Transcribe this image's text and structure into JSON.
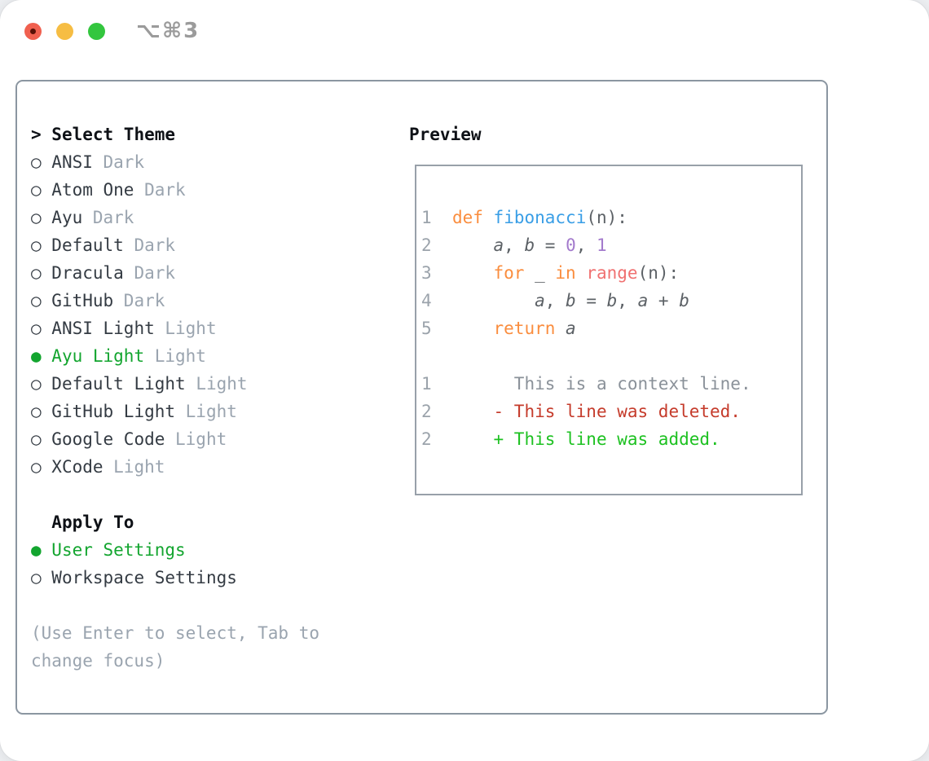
{
  "window": {
    "title": "⌥⌘3"
  },
  "colors": {
    "accent_green": "#13a52f",
    "keyword": "#fa8d3e",
    "function": "#399ee6",
    "builtin": "#f07171",
    "number": "#a37acc",
    "fg": "#5c6166",
    "linenum": "#9ba3ab",
    "context": "#8a9199",
    "removed": "#c53b2b",
    "added": "#1dc121",
    "muted": "#9aa4af",
    "item_text": "#343b43",
    "heading_text": "#0e1116",
    "panel_border": "#8b96a1",
    "preview_border": "#98a0a9"
  },
  "selector": {
    "prompt": ">",
    "heading": "Select Theme",
    "radio_selected": "●",
    "radio_unselected": "○",
    "themes": [
      {
        "name": "ANSI",
        "variant": "Dark",
        "selected": false
      },
      {
        "name": "Atom One",
        "variant": "Dark",
        "selected": false
      },
      {
        "name": "Ayu",
        "variant": "Dark",
        "selected": false
      },
      {
        "name": "Default",
        "variant": "Dark",
        "selected": false
      },
      {
        "name": "Dracula",
        "variant": "Dark",
        "selected": false
      },
      {
        "name": "GitHub",
        "variant": "Dark",
        "selected": false
      },
      {
        "name": "ANSI Light",
        "variant": "Light",
        "selected": false
      },
      {
        "name": "Ayu Light",
        "variant": "Light",
        "selected": true
      },
      {
        "name": "Default Light",
        "variant": "Light",
        "selected": false
      },
      {
        "name": "GitHub Light",
        "variant": "Light",
        "selected": false
      },
      {
        "name": "Google Code",
        "variant": "Light",
        "selected": false
      },
      {
        "name": "XCode",
        "variant": "Light",
        "selected": false
      }
    ],
    "apply_heading": "Apply To",
    "targets": [
      {
        "name": "User Settings",
        "selected": true
      },
      {
        "name": "Workspace Settings",
        "selected": false
      }
    ],
    "hint_lines": [
      "(Use Enter to select, Tab to",
      "change focus)"
    ]
  },
  "preview": {
    "heading": "Preview",
    "code": [
      {
        "num": "1",
        "segs": [
          {
            "t": "  "
          },
          {
            "t": "def",
            "c": "keyword"
          },
          {
            "t": " "
          },
          {
            "t": "fibonacci",
            "c": "function"
          },
          {
            "t": "(n):",
            "c": "fg"
          }
        ]
      },
      {
        "num": "2",
        "segs": [
          {
            "t": "      "
          },
          {
            "t": "a",
            "c": "fg",
            "i": 1
          },
          {
            "t": ", ",
            "c": "fg"
          },
          {
            "t": "b",
            "c": "fg",
            "i": 1
          },
          {
            "t": " = ",
            "c": "fg"
          },
          {
            "t": "0",
            "c": "number"
          },
          {
            "t": ", ",
            "c": "fg"
          },
          {
            "t": "1",
            "c": "number"
          }
        ]
      },
      {
        "num": "3",
        "segs": [
          {
            "t": "      "
          },
          {
            "t": "for",
            "c": "keyword"
          },
          {
            "t": " _ ",
            "c": "fg"
          },
          {
            "t": "in",
            "c": "keyword"
          },
          {
            "t": " ",
            "c": "fg"
          },
          {
            "t": "range",
            "c": "builtin"
          },
          {
            "t": "(n):",
            "c": "fg"
          }
        ]
      },
      {
        "num": "4",
        "segs": [
          {
            "t": "          "
          },
          {
            "t": "a",
            "c": "fg",
            "i": 1
          },
          {
            "t": ", ",
            "c": "fg"
          },
          {
            "t": "b",
            "c": "fg",
            "i": 1
          },
          {
            "t": " = ",
            "c": "fg"
          },
          {
            "t": "b",
            "c": "fg",
            "i": 1
          },
          {
            "t": ", ",
            "c": "fg"
          },
          {
            "t": "a",
            "c": "fg",
            "i": 1
          },
          {
            "t": " + ",
            "c": "fg"
          },
          {
            "t": "b",
            "c": "fg",
            "i": 1
          }
        ]
      },
      {
        "num": "5",
        "segs": [
          {
            "t": "      "
          },
          {
            "t": "return",
            "c": "keyword"
          },
          {
            "t": " ",
            "c": "fg"
          },
          {
            "t": "a",
            "c": "fg",
            "i": 1
          }
        ]
      },
      {
        "num": "",
        "segs": []
      },
      {
        "num": "1",
        "segs": [
          {
            "t": "        This is a context line.",
            "c": "context"
          }
        ]
      },
      {
        "num": "2",
        "segs": [
          {
            "t": "      "
          },
          {
            "t": "- This line was deleted.",
            "c": "removed"
          }
        ]
      },
      {
        "num": "2",
        "segs": [
          {
            "t": "      "
          },
          {
            "t": "+ This line was added.",
            "c": "added"
          }
        ]
      }
    ]
  }
}
